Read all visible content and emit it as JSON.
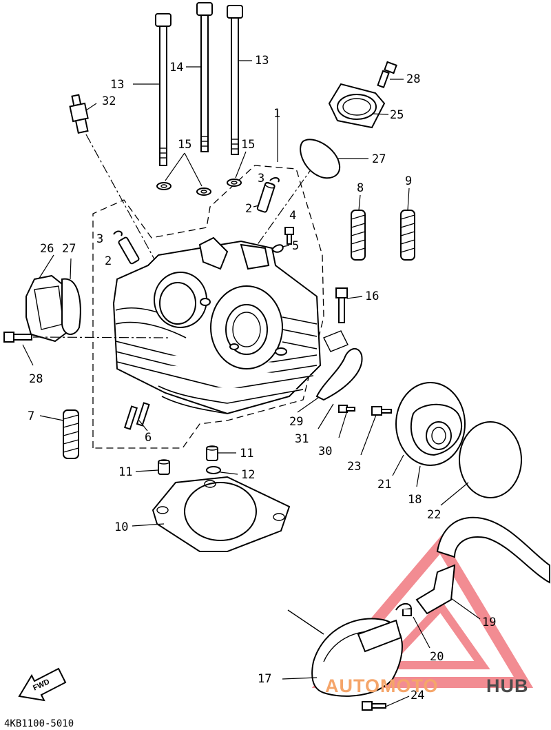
{
  "diagram_code": "4KB1100-5010",
  "fwd_label": "FWD",
  "watermark": {
    "part1": "AUTOMOTO",
    "part2": "HUB",
    "triangle_color": "#e8303a",
    "accent": "#f5a56a"
  },
  "callouts": [
    {
      "id": "c13a",
      "text": "13"
    },
    {
      "id": "c14",
      "text": "14"
    },
    {
      "id": "c13b",
      "text": "13"
    },
    {
      "id": "c32",
      "text": "32"
    },
    {
      "id": "c28a",
      "text": "28"
    },
    {
      "id": "c25",
      "text": "25"
    },
    {
      "id": "c1",
      "text": "1"
    },
    {
      "id": "c15a",
      "text": "15"
    },
    {
      "id": "c15b",
      "text": "15"
    },
    {
      "id": "c27a",
      "text": "27"
    },
    {
      "id": "c3a",
      "text": "3"
    },
    {
      "id": "c2a",
      "text": "2"
    },
    {
      "id": "c4",
      "text": "4"
    },
    {
      "id": "c5",
      "text": "5"
    },
    {
      "id": "c8",
      "text": "8"
    },
    {
      "id": "c9",
      "text": "9"
    },
    {
      "id": "c3b",
      "text": "3"
    },
    {
      "id": "c2b",
      "text": "2"
    },
    {
      "id": "c26",
      "text": "26"
    },
    {
      "id": "c27b",
      "text": "27"
    },
    {
      "id": "c16",
      "text": "16"
    },
    {
      "id": "c28b",
      "text": "28"
    },
    {
      "id": "c7",
      "text": "7"
    },
    {
      "id": "c6",
      "text": "6"
    },
    {
      "id": "c29",
      "text": "29"
    },
    {
      "id": "c31",
      "text": "31"
    },
    {
      "id": "c30",
      "text": "30"
    },
    {
      "id": "c23",
      "text": "23"
    },
    {
      "id": "c21",
      "text": "21"
    },
    {
      "id": "c18",
      "text": "18"
    },
    {
      "id": "c22",
      "text": "22"
    },
    {
      "id": "c11a",
      "text": "11"
    },
    {
      "id": "c11b",
      "text": "11"
    },
    {
      "id": "c12",
      "text": "12"
    },
    {
      "id": "c10",
      "text": "10"
    },
    {
      "id": "c19",
      "text": "19"
    },
    {
      "id": "c20",
      "text": "20"
    },
    {
      "id": "c17",
      "text": "17"
    },
    {
      "id": "c24",
      "text": "24"
    }
  ]
}
